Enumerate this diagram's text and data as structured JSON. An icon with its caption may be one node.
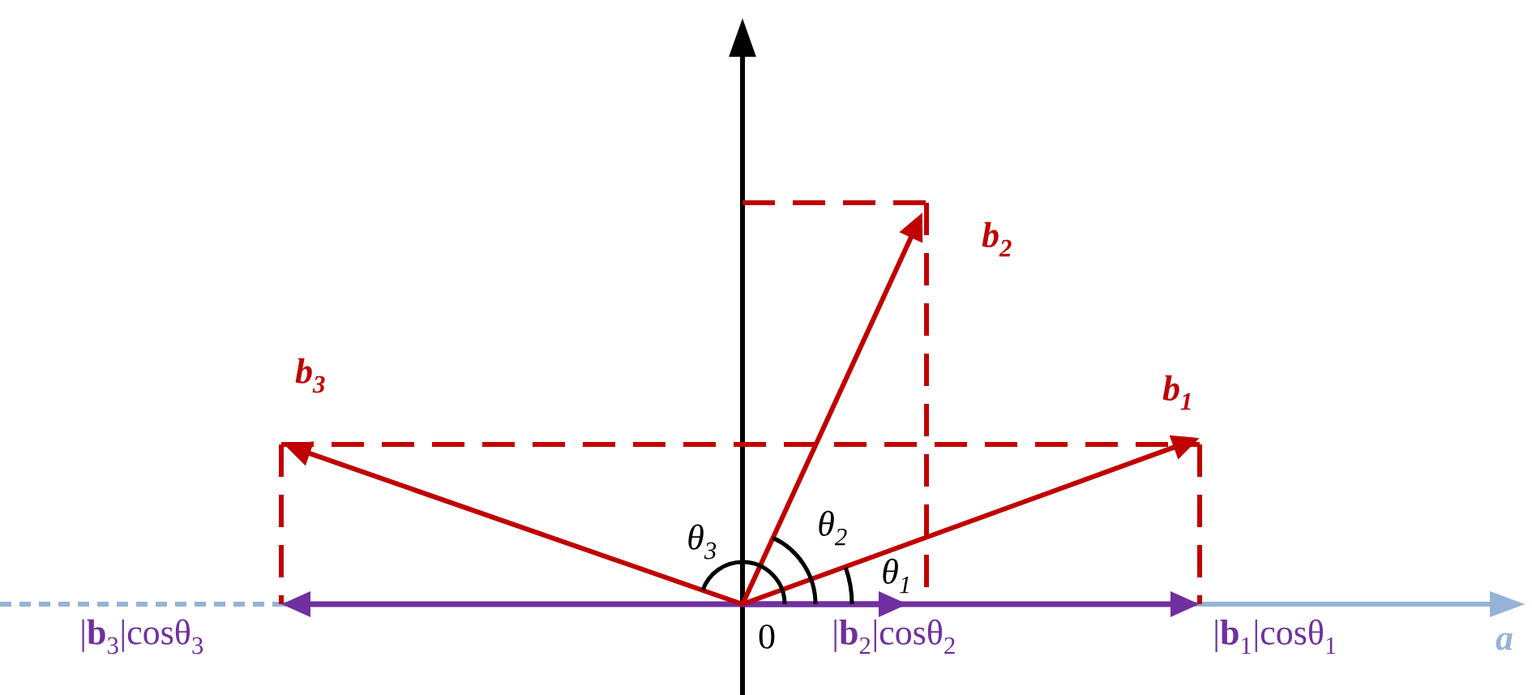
{
  "diagram": {
    "labels": [
      "**b**$_{2}$",
      "**b**$_{3}$",
      "**b**$_{1}$",
      "θ$_{2}$",
      "θ$_{3}$",
      "θ$_{1}$",
      "0",
      "|**b**$_{3}$|cosθ$_{3}$",
      "|**b**$_{2}$|cosθ$_{2}$",
      "|**b**$_{1}$|cosθ$_{1}$",
      "a"
    ]
  }
}
